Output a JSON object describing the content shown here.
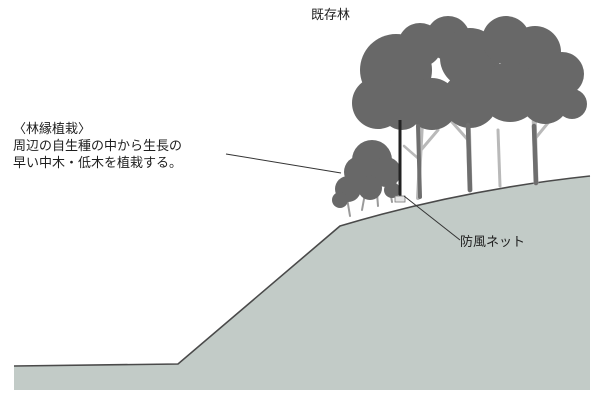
{
  "labels": {
    "existing_forest": "既存林",
    "edge_planting_heading": "〈林縁植栽〉",
    "edge_planting_line1": "周辺の自生種の中から生長の",
    "edge_planting_line2": "早い中木・低木を植栽する。",
    "windbreak_net": "防風ネット"
  },
  "colors": {
    "slope": "#c2cbc7",
    "slope_outline": "#4a4a4a",
    "canopy": "#686868",
    "trunk_dark": "#6e6e6e",
    "trunk_light": "#b9b9b9",
    "pole": "#222222",
    "leader": "#333333"
  }
}
